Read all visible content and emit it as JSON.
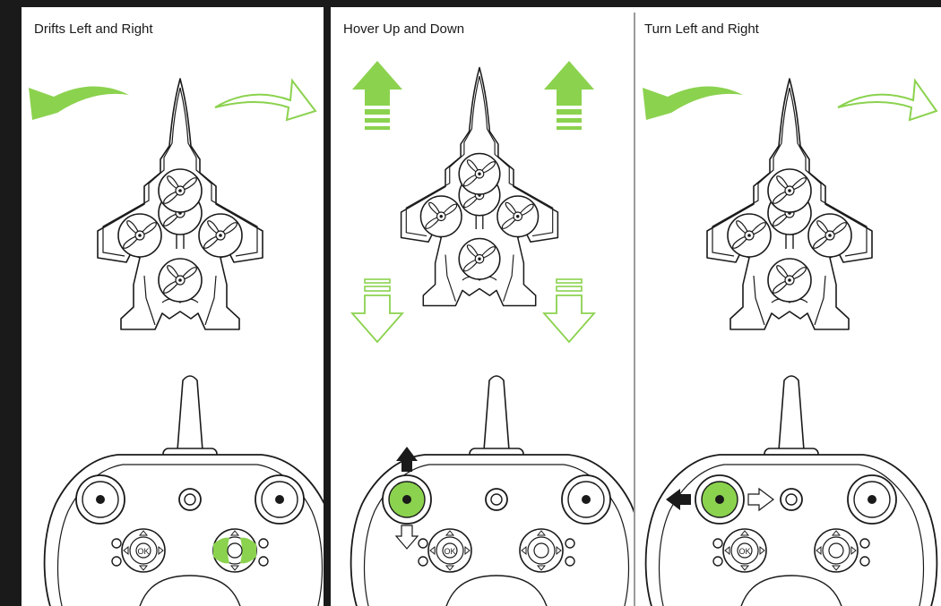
{
  "colors": {
    "accent": "#8bd24e",
    "ink": "#1a1a1a",
    "divider": "#9a9a9a"
  },
  "panels": [
    {
      "title": "Drifts Left and Right",
      "icons": [
        "curved-arrow-left-solid-icon",
        "curved-arrow-right-outline-icon",
        "drone-top-view-icon",
        "remote-controller-icon"
      ],
      "highlight": "right-stick-left-right-buttons"
    },
    {
      "title": "Hover Up and Down",
      "icons": [
        "arrow-up-solid-icon",
        "arrow-down-outline-icon",
        "drone-top-view-icon",
        "remote-controller-icon"
      ],
      "highlight": "left-stick-up-down"
    },
    {
      "title": "Turn Left and Right",
      "icons": [
        "curved-arrow-left-solid-icon",
        "curved-arrow-right-outline-icon",
        "drone-top-view-icon",
        "remote-controller-icon"
      ],
      "highlight": "left-stick-left-right"
    }
  ],
  "controller": {
    "ok_label": "OK"
  }
}
